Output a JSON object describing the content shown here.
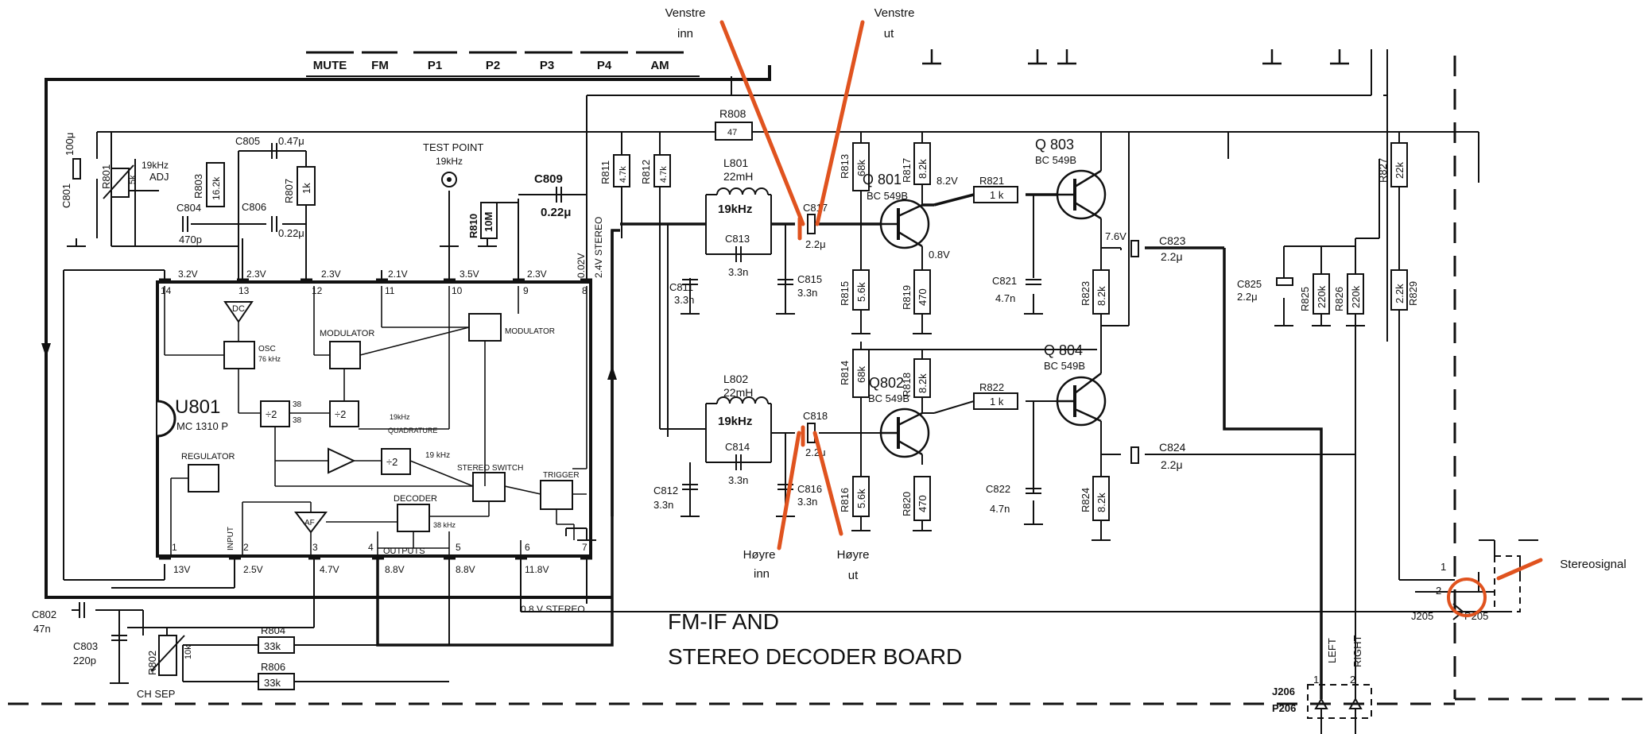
{
  "board": {
    "title_line1": "FM-IF AND",
    "title_line2": "STEREO DECODER BOARD"
  },
  "buttons": [
    "MUTE",
    "FM",
    "P1",
    "P2",
    "P3",
    "P4",
    "AM"
  ],
  "annotations": {
    "left_in": [
      "Venstre",
      "inn"
    ],
    "left_out": [
      "Venstre",
      "ut"
    ],
    "right_in": [
      "Høyre",
      "inn"
    ],
    "right_out": [
      "Høyre",
      "ut"
    ],
    "stereo_signal": "Stereosignal",
    "color": "#E0531F"
  },
  "ic": {
    "name": "U801",
    "part": "MC 1310 P",
    "test_point": [
      "TEST POINT",
      "19kHz"
    ],
    "blocks": {
      "dc": "DC",
      "osc": [
        "OSC",
        "76 kHz"
      ],
      "modulator1": "MODULATOR",
      "modulator2": "MODULATOR",
      "div1": "÷2",
      "div2": "÷2",
      "div3": "÷2",
      "regulator": "REGULATOR",
      "stereo_switch": "STEREO SWITCH",
      "trigger": "TRIGGER",
      "decoder": "DECODER",
      "decoder_freq": "38 kHz",
      "af": "AF",
      "quadrature": [
        "19kHz",
        "QUADRATURE"
      ],
      "freq_19k": "19 kHz",
      "freq_38": "38",
      "outputs": "OUTPUTS",
      "input": "INPUT"
    },
    "pins_top": [
      {
        "pin": "14",
        "v": "3.2V"
      },
      {
        "pin": "13",
        "v": "2.3V"
      },
      {
        "pin": "12",
        "v": "2.3V"
      },
      {
        "pin": "11",
        "v": "2.1V"
      },
      {
        "pin": "10",
        "v": "3.5V"
      },
      {
        "pin": "9",
        "v": "2.3V"
      },
      {
        "pin": "8",
        "v": "0.02V"
      }
    ],
    "pins_bottom": [
      {
        "pin": "1",
        "v": "13V"
      },
      {
        "pin": "2",
        "v": "2.5V"
      },
      {
        "pin": "3",
        "v": "4.7V"
      },
      {
        "pin": "4",
        "v": "8.8V"
      },
      {
        "pin": "5",
        "v": "8.8V"
      },
      {
        "pin": "6",
        "v": "11.8V"
      },
      {
        "pin": "7",
        "v": ""
      }
    ],
    "stereo_label": "2.4V STEREO",
    "stereo_bottom": "0.8 V STEREO"
  },
  "components": {
    "c801": [
      "C801",
      "100μ"
    ],
    "r801": [
      "R801",
      "5k"
    ],
    "adj": [
      "19kHz",
      "ADJ"
    ],
    "r803": [
      "R803",
      "16.2k"
    ],
    "c804": [
      "C804",
      "470p"
    ],
    "c805": [
      "C805",
      "0.47μ"
    ],
    "c806": [
      "C806",
      "0.22μ"
    ],
    "r807": [
      "R807",
      "1k"
    ],
    "r810": [
      "R810",
      "10M"
    ],
    "c809": [
      "C809",
      "0.22μ"
    ],
    "r808": [
      "R808",
      "47"
    ],
    "r811": [
      "R811",
      "4.7k"
    ],
    "r812": [
      "R812",
      "4.7k"
    ],
    "l801": [
      "L801",
      "22mH",
      "19kHz"
    ],
    "l802": [
      "L802",
      "22mH",
      "19kHz"
    ],
    "c813": [
      "C813",
      "3.3n"
    ],
    "c814": [
      "C814",
      "3.3n"
    ],
    "c811": [
      "C811",
      "3.3n"
    ],
    "c812": [
      "C812",
      "3.3n"
    ],
    "c815": [
      "C815",
      "3.3n"
    ],
    "c816": [
      "C816",
      "3.3n"
    ],
    "c817": [
      "C817",
      "2.2μ"
    ],
    "c818": [
      "C818",
      "2.2μ"
    ],
    "r813": [
      "R813",
      "68k"
    ],
    "r814": [
      "R814",
      "68k"
    ],
    "r815": [
      "R815",
      "5.6k"
    ],
    "r816": [
      "R816",
      "5.6k"
    ],
    "q801": [
      "Q 801",
      "BC 549B"
    ],
    "q802": [
      "Q802",
      "BC 549B"
    ],
    "q803": [
      "Q 803",
      "BC 549B"
    ],
    "q804": [
      "Q 804",
      "BC 549B"
    ],
    "r817": [
      "R817",
      "8.2k"
    ],
    "r818": [
      "R818",
      "8.2k"
    ],
    "r819": [
      "R819",
      "470"
    ],
    "r820": [
      "R820",
      "470"
    ],
    "r821": [
      "R821",
      "1 k"
    ],
    "r822": [
      "R822",
      "1 k"
    ],
    "v_82": "8.2V",
    "v_08": "0.8V",
    "v_76": "7.6V",
    "c821": [
      "C821",
      "4.7n"
    ],
    "c822": [
      "C822",
      "4.7n"
    ],
    "r823": [
      "R823",
      "8.2k"
    ],
    "r824": [
      "R824",
      "8.2k"
    ],
    "c823": [
      "C823",
      "2.2μ"
    ],
    "c824": [
      "C824",
      "2.2μ"
    ],
    "c825": [
      "C825",
      "2.2μ"
    ],
    "r825": [
      "R825",
      "220k"
    ],
    "r826": [
      "R826",
      "220k"
    ],
    "r827": [
      "R827",
      "22k"
    ],
    "r829": [
      "2.2k",
      "R829"
    ],
    "c802": [
      "C802",
      "47n"
    ],
    "c803": [
      "C803",
      "220p"
    ],
    "r802": [
      "R802",
      "10k"
    ],
    "ch_sep": "CH SEP",
    "r804": [
      "R804",
      "33k"
    ],
    "r806": [
      "R806",
      "33k"
    ],
    "left": "LEFT",
    "right": "RIGHT",
    "j205": "J205",
    "p205": "P205",
    "j206": "J206",
    "p206": "P206",
    "n1": "1",
    "n2": "2"
  }
}
